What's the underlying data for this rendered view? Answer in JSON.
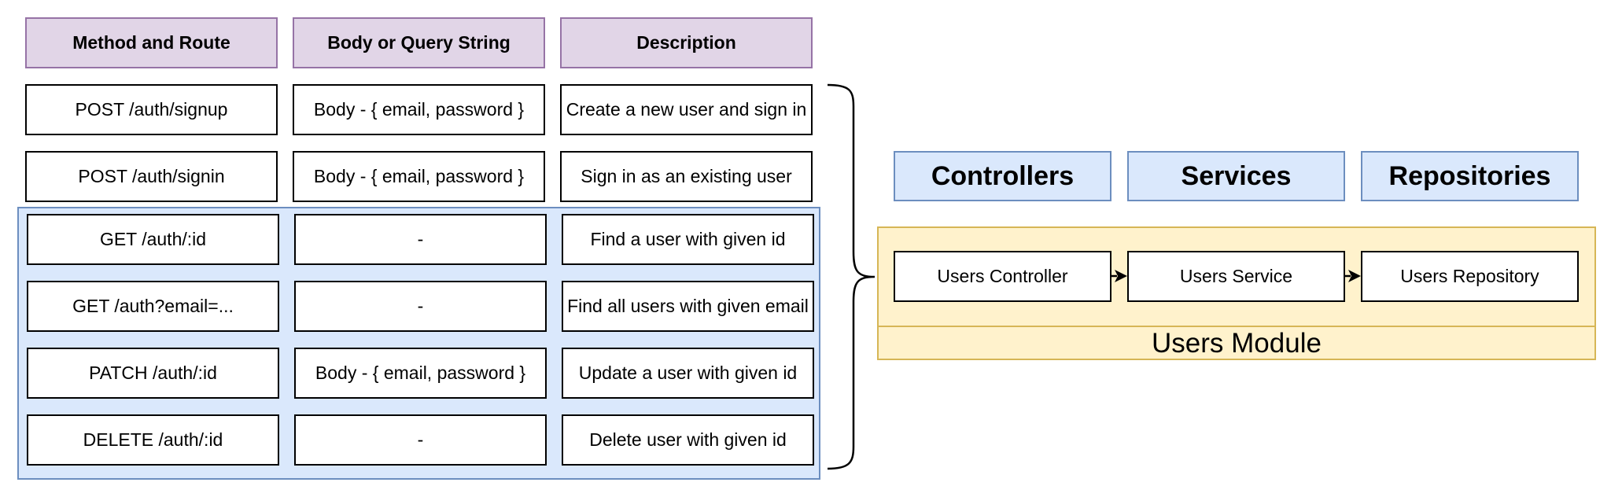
{
  "routes_table": {
    "headers": [
      "Method and Route",
      "Body or Query String",
      "Description"
    ],
    "rows": [
      [
        "POST /auth/signup",
        "Body - { email, password }",
        "Create a new user and sign in"
      ],
      [
        "POST /auth/signin",
        "Body - { email, password }",
        "Sign in as an existing user"
      ],
      [
        "GET /auth/:id",
        "-",
        "Find a user with given id"
      ],
      [
        "GET /auth?email=...",
        "-",
        "Find all users with given email"
      ],
      [
        "PATCH /auth/:id",
        "Body - { email, password }",
        "Update a user with given id"
      ],
      [
        "DELETE /auth/:id",
        "-",
        "Delete user with given id"
      ]
    ]
  },
  "layers": [
    "Controllers",
    "Services",
    "Repositories"
  ],
  "module": {
    "label": "Users Module",
    "classes": [
      "Users Controller",
      "Users Service",
      "Users Repository"
    ]
  },
  "colors": {
    "header_fill": "#e1d5e7",
    "header_stroke": "#9673a6",
    "blue_fill": "#dae8fc",
    "blue_stroke": "#6c8ebf",
    "yellow_fill": "#fff2cc",
    "yellow_stroke": "#d6b656"
  }
}
